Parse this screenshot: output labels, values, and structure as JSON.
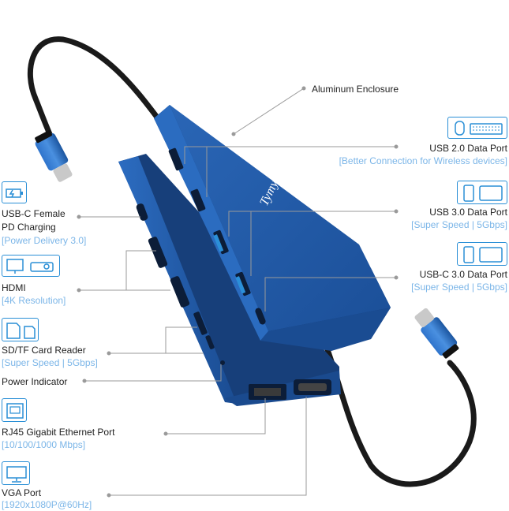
{
  "colors": {
    "accent": "#2b8fd8",
    "sub_text": "#7cb6e8",
    "device_blue": "#1f5aa8",
    "device_dark": "#173f7a",
    "line": "#9a9a9a"
  },
  "brand": "Tymyp",
  "features_left": [
    {
      "icon": "battery-charging-icon",
      "title1": "USB-C Female",
      "title2": "PD Charging",
      "sub": "[Power Delivery 3.0]"
    },
    {
      "icon": "monitor-projector-icon",
      "title1": "HDMI",
      "sub": "[4K Resolution]"
    },
    {
      "icon": "sd-card-icon",
      "title1": "SD/TF Card Reader",
      "sub": "[Super Speed | 5Gbps]"
    },
    {
      "icon": null,
      "title1": "Power Indicator",
      "sub": ""
    },
    {
      "icon": "ethernet-port-icon",
      "title1": "RJ45 Gigabit Ethernet Port",
      "sub": "[10/100/1000 Mbps]"
    },
    {
      "icon": "vga-monitor-icon",
      "title1": "VGA Port",
      "sub": "[1920x1080P@60Hz]"
    }
  ],
  "features_right": [
    {
      "icon": null,
      "title": "Aluminum Enclosure",
      "sub": ""
    },
    {
      "icon": "mouse-keyboard-icon",
      "title": "USB 2.0 Data Port",
      "sub": "[Better Connection for Wireless devices]"
    },
    {
      "icon": "phone-tablet-icon",
      "title": "USB 3.0 Data Port",
      "sub": "[Super Speed | 5Gbps]"
    },
    {
      "icon": "phone-tablet-icon",
      "title": "USB-C 3.0 Data Port",
      "sub": "[Super Speed | 5Gbps]"
    }
  ]
}
